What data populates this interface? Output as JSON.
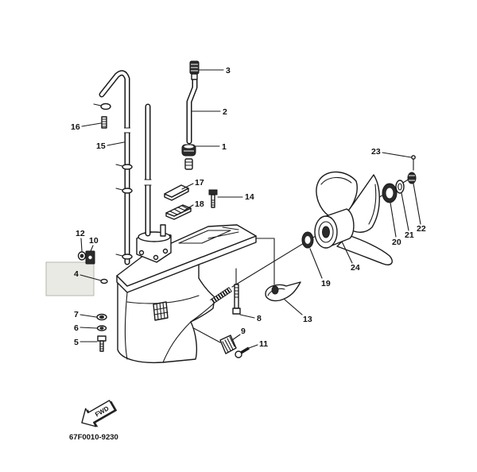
{
  "diagram": {
    "callouts": [
      "1",
      "2",
      "3",
      "4",
      "5",
      "6",
      "7",
      "8",
      "9",
      "10",
      "11",
      "12",
      "13",
      "14",
      "15",
      "16",
      "17",
      "18",
      "19",
      "20",
      "21",
      "22",
      "23",
      "24"
    ],
    "fwd_label": "FWD",
    "diagram_code": "67F0010-9230"
  },
  "colors": {
    "line": "#1a1a1a",
    "highlight_box": "#e9eae3",
    "background": "#ffffff"
  }
}
